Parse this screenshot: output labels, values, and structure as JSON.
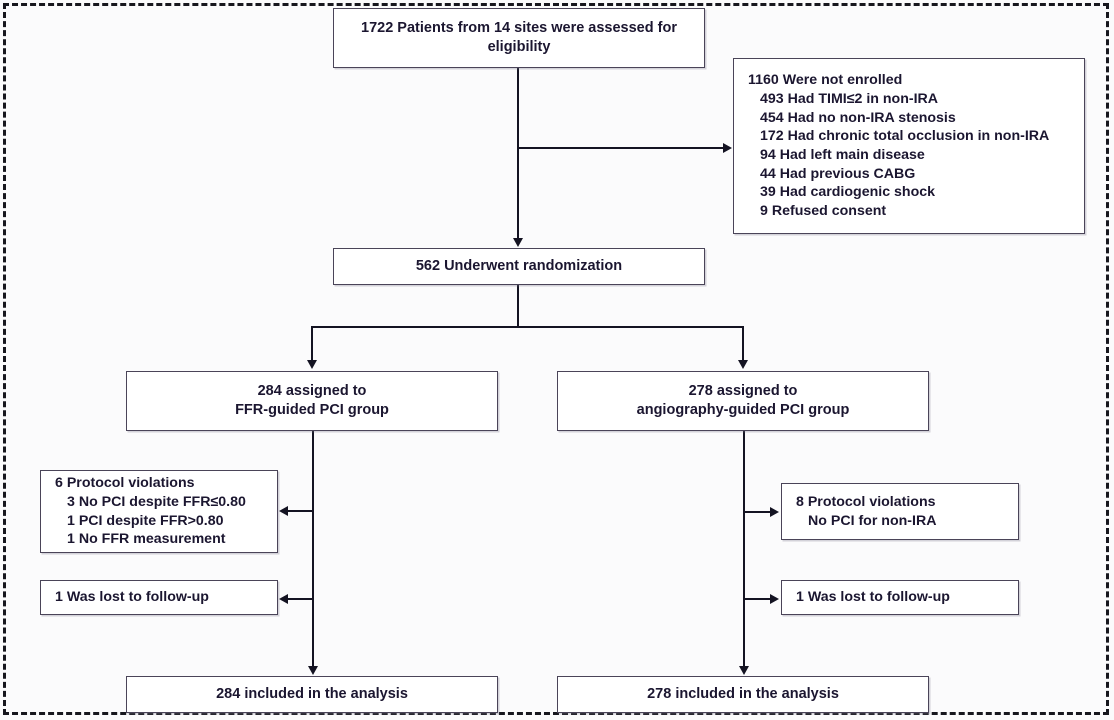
{
  "diagram": {
    "title": "CONSORT patient flow diagram",
    "colors": {
      "box_border": "#4a4458",
      "connector": "#141322",
      "frame_border": "#17171e",
      "background": "#fbfbfc",
      "text": "#1b1630"
    },
    "enrollment": {
      "line1": "1722 Patients from 14 sites were assessed for",
      "line2": "eligibility"
    },
    "excluded": {
      "heading": "1160 Were not enrolled",
      "reasons": [
        "493 Had TIMI≤2 in non-IRA",
        "454 Had no non-IRA stenosis",
        "172 Had chronic total occlusion in non-IRA",
        "94 Had left main disease",
        "44 Had previous CABG",
        "39 Had cardiogenic shock",
        "9 Refused consent"
      ]
    },
    "randomized": {
      "label": "562 Underwent randomization"
    },
    "ffr_arm": {
      "assigned_line1": "284 assigned to",
      "assigned_line2": "FFR-guided PCI group",
      "violations_heading": "6 Protocol violations",
      "violations": [
        "3 No PCI despite FFR≤0.80",
        "1 PCI despite FFR>0.80",
        "1 No FFR measurement"
      ],
      "lost": "1 Was lost to follow-up",
      "analysis": "284 included in the analysis"
    },
    "angio_arm": {
      "assigned_line1": "278 assigned to",
      "assigned_line2": "angiography-guided PCI group",
      "violations_heading": "8 Protocol violations",
      "violations": [
        "No PCI for non-IRA"
      ],
      "lost": "1 Was lost to follow-up",
      "analysis": "278 included in the analysis"
    }
  }
}
